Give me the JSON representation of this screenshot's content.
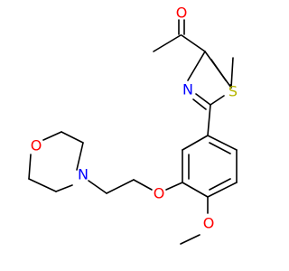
{
  "colors": {
    "carbon_bond": "#000000",
    "oxygen": "#ff0000",
    "nitrogen": "#0000ff",
    "sulfur": "#b5b500",
    "background": "#ffffff"
  },
  "atom_labels": {
    "carbonyl_oxygen": "O",
    "thiazole_nitrogen": "N",
    "thiazole_sulfur": "S",
    "ether_oxygen_chain": "O",
    "ether_oxygen_methoxy": "O",
    "morpholine_oxygen": "O",
    "morpholine_nitrogen": "N"
  }
}
